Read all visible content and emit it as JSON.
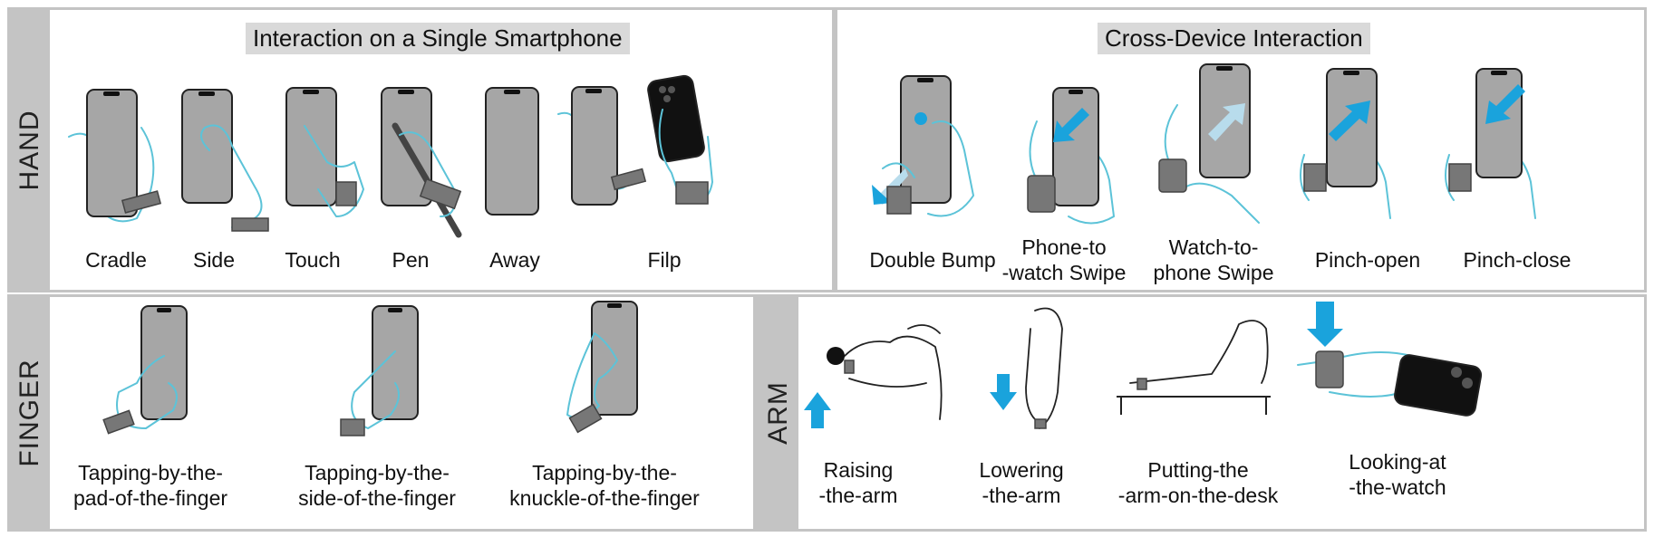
{
  "panels": {
    "hand": {
      "side_label": "HAND"
    },
    "finger": {
      "side_label": "FINGER"
    },
    "arm": {
      "side_label": "ARM"
    }
  },
  "sections": {
    "single": {
      "title": "Interaction on a Single Smartphone",
      "items": [
        "Cradle",
        "Side",
        "Touch",
        "Pen",
        "Away",
        "Filp"
      ]
    },
    "cross": {
      "title": "Cross-Device Interaction",
      "items": [
        {
          "line1": "Double Bump",
          "line2": ""
        },
        {
          "line1": "Phone-to",
          "line2": "-watch Swipe"
        },
        {
          "line1": "Watch-to-",
          "line2": "phone Swipe"
        },
        {
          "line1": "Pinch-open",
          "line2": ""
        },
        {
          "line1": "Pinch-close",
          "line2": ""
        }
      ]
    },
    "finger": {
      "items": [
        {
          "line1": "Tapping-by-the-",
          "line2": "pad-of-the-finger"
        },
        {
          "line1": "Tapping-by-the-",
          "line2": "side-of-the-finger"
        },
        {
          "line1": "Tapping-by-the-",
          "line2": "knuckle-of-the-finger"
        }
      ]
    },
    "arm": {
      "items": [
        {
          "line1": "Raising",
          "line2": "-the-arm"
        },
        {
          "line1": "Lowering",
          "line2": "-the-arm"
        },
        {
          "line1": "Putting-the",
          "line2": "-arm-on-the-desk"
        },
        {
          "line1": "Looking-at",
          "line2": "-the-watch"
        }
      ]
    }
  },
  "colors": {
    "panel_border": "#c4c4c4",
    "hand_outline": "#5cc3d8",
    "arrow": "#1aa3dc",
    "phone": "#a6a6a6"
  }
}
